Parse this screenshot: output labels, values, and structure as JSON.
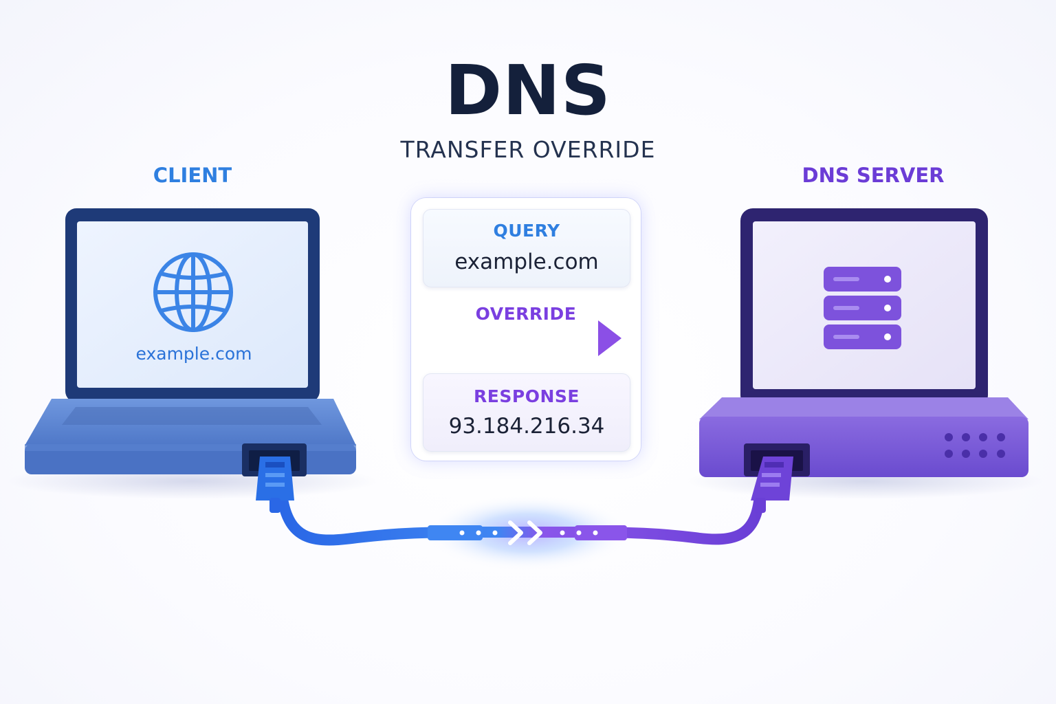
{
  "title": "DNS",
  "subtitle": "TRANSFER OVERRIDE",
  "client": {
    "label": "CLIENT",
    "screen_text": "example.com"
  },
  "server": {
    "label": "DNS SERVER"
  },
  "panel": {
    "query": {
      "heading": "QUERY",
      "value": "example.com"
    },
    "override": {
      "label": "OVERRIDE"
    },
    "response": {
      "heading": "RESPONSE",
      "value": "93.184.216.34"
    }
  },
  "colors": {
    "title": "#14203b",
    "client_blue": "#2f7fe0",
    "server_purple": "#6b3cd6",
    "laptop_frame": "#1e3a78",
    "server_frame": "#2e2470"
  },
  "icons": [
    "globe-icon",
    "server-rack-icon",
    "arrow-right-icon",
    "ethernet-plug-icon",
    "chevrons-icon"
  ]
}
